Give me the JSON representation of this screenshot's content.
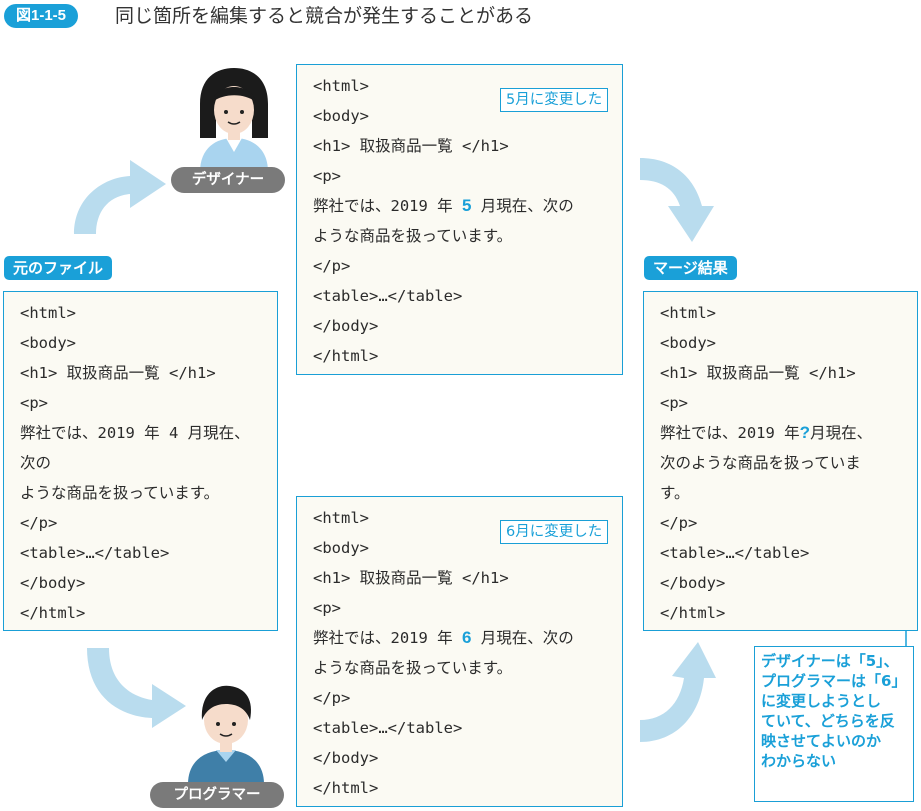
{
  "figure": {
    "badge": "図1-1-5",
    "title": "同じ箇所を編集すると競合が発生することがある"
  },
  "labels": {
    "original": "元のファイル",
    "merge": "マージ結果",
    "designer": "デザイナー",
    "programmer": "プログラマー"
  },
  "callouts": {
    "designer_change": "5月に変更した",
    "programmer_change": "6月に変更した"
  },
  "note": {
    "lines": [
      "デザイナーは「5」、",
      "プログラマーは「6」",
      "に変更しようとし",
      "ていて、どちらを反",
      "映させてよいのか",
      "わからない"
    ]
  },
  "original_code": {
    "l1": "<html>",
    "l2": "<body>",
    "l3": "<h1> 取扱商品一覧 </h1>",
    "l4": "<p>",
    "l5": "弊社では、2019 年 4 月現在、",
    "l6": "次の",
    "l7": "ような商品を扱っています。",
    "l8": "</p>",
    "l9": "<table>…</table>",
    "l10": "</body>",
    "l11": "</html>"
  },
  "designer_code": {
    "l1": "<html>",
    "l2": "<body>",
    "l3": "<h1> 取扱商品一覧 </h1>",
    "l4": "<p>",
    "l5a": "弊社では、2019 年 ",
    "l5b": "5",
    "l5c": " 月現在、次の",
    "l6": "ような商品を扱っています。",
    "l7": "</p>",
    "l8": "<table>…</table>",
    "l9": "</body>",
    "l10": "</html>"
  },
  "programmer_code": {
    "l1": "<html>",
    "l2": "<body>",
    "l3": "<h1> 取扱商品一覧 </h1>",
    "l4": "<p>",
    "l5a": "弊社では、2019 年 ",
    "l5b": "6",
    "l5c": " 月現在、次の",
    "l6": "ような商品を扱っています。",
    "l7": "</p>",
    "l8": "<table>…</table>",
    "l9": "</body>",
    "l10": "</html>"
  },
  "merge_code": {
    "l1": "<html>",
    "l2": "<body>",
    "l3": "<h1> 取扱商品一覧 </h1>",
    "l4": "<p>",
    "l5a": "弊社では、2019 年",
    "l5b": "?",
    "l5c": "月現在、",
    "l6": "次のような商品を扱っていま",
    "l7": "す。",
    "l8": "</p>",
    "l9": "<table>…</table>",
    "l10": "</body>",
    "l11": "</html>"
  },
  "colors": {
    "accent": "#1aa0d8",
    "arrow": "#b9dcee",
    "gray_label": "#7a7a7a",
    "box_bg": "#fbfaf3"
  }
}
